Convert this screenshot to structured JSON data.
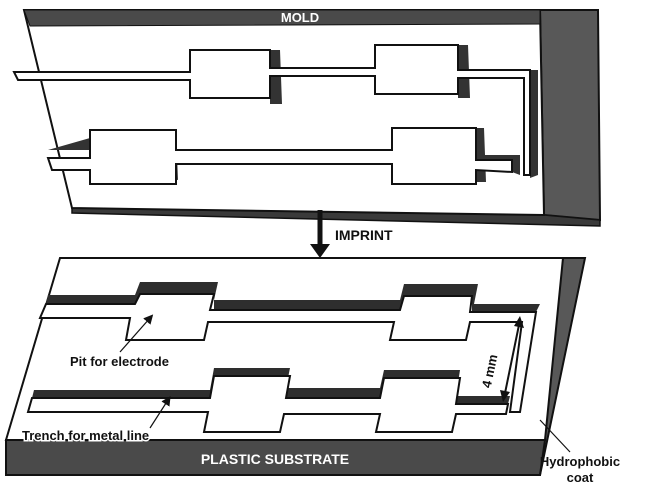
{
  "mold": {
    "title": "MOLD"
  },
  "process": {
    "arrow_label": "IMPRINT"
  },
  "substrate": {
    "title": "PLASTIC SUBSTRATE",
    "pit_label": "Pit for electrode",
    "trench_label": "Trench for metal line",
    "dimension_label": "4 mm",
    "coat_label_line1": "Hydrophobic",
    "coat_label_line2": "coat"
  },
  "colors": {
    "outline": "#111111",
    "dark_edge": "#2e2e2e",
    "side_face": "#585858",
    "band": "#4a4a4a",
    "surface": "#ffffff"
  }
}
